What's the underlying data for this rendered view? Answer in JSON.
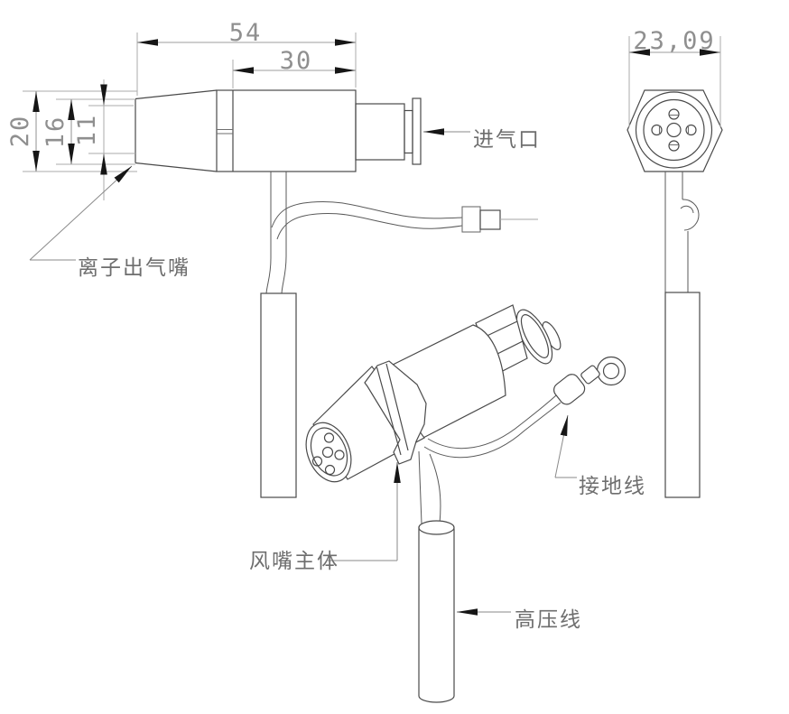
{
  "drawing": {
    "type": "engineering-drawing",
    "subject": "ionizing air nozzle (three views: side, front, isometric)",
    "dimensions": {
      "total_length": "54",
      "body_length": "30",
      "outer_height": "20",
      "mid_height": "16",
      "inner_height": "11",
      "across_corners": "23,09"
    },
    "labels": {
      "air_inlet": "进气口",
      "ion_outlet_nozzle": "离子出气嘴",
      "nozzle_body": "风嘴主体",
      "ground_wire": "接地线",
      "high_voltage_wire": "高压线"
    },
    "colors": {
      "background": "#ffffff",
      "outline": "#4a4a4a",
      "dimension_line": "#9c9c9c",
      "dimension_text": "#8f8f8f",
      "label_text": "#6e6e6e",
      "arrow_fill": "#161616"
    }
  }
}
